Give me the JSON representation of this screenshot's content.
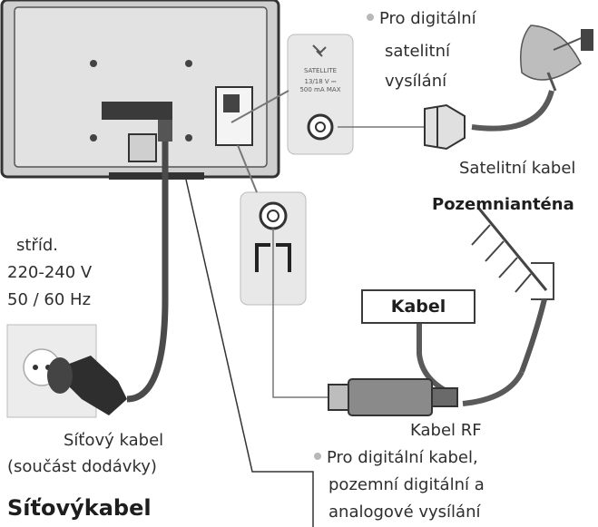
{
  "satellite_panel": {
    "label": "SATELLITE",
    "voltage": "13/18 V ⎓",
    "current": "500 mA  MAX"
  },
  "labels": {
    "satellite_bullet_line1": "Pro digitální",
    "satellite_bullet_line2": "satelitní",
    "satellite_bullet_line3": "vysílání",
    "satellite_cable": "Satelitní kabel",
    "terrestrial_antenna": "Pozemnianténa",
    "cable": "Kabel",
    "rf_cable": "Kabel RF",
    "digital_bullet_line1": "Pro digitální kabel,",
    "digital_bullet_line2": "pozemní digitální a",
    "digital_bullet_line3": "analogové vysílání",
    "power_line1": "stříd.",
    "power_line2": "220-240 V",
    "power_line3": "50 / 60 Hz",
    "mains_cable_line1": "Síťový kabel",
    "mains_cable_line2": "(součást dodávky)",
    "section_title": "Síťovýkabel"
  },
  "colors": {
    "tv_body": "#d9d9d9",
    "tv_frame": "#333333",
    "cable_dark": "#4a4a4a",
    "panel_bg": "#e6e6e6",
    "bullet": "#b8b8b8"
  }
}
